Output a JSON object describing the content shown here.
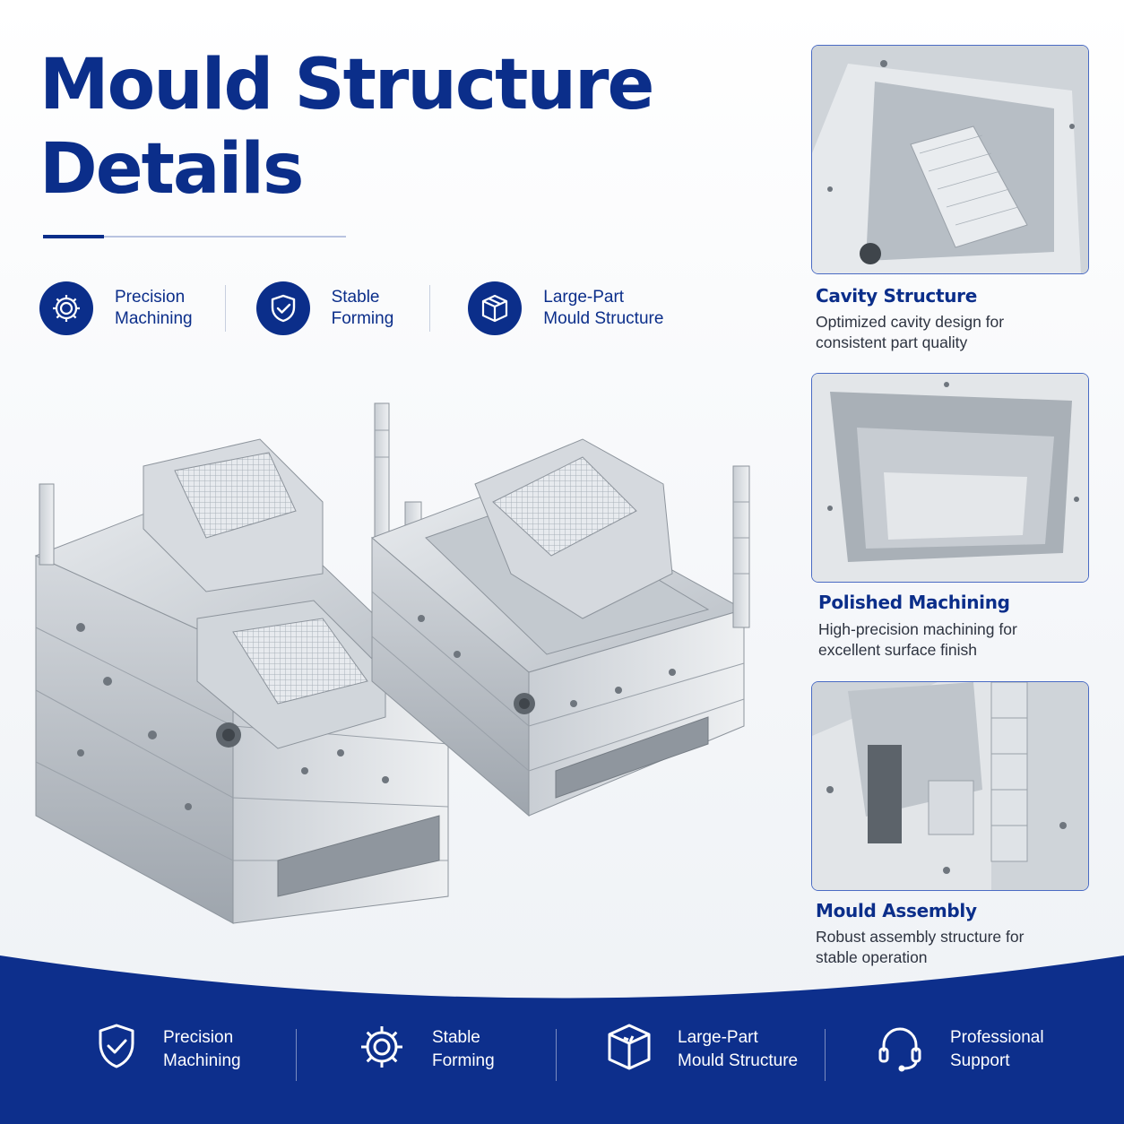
{
  "header": {
    "title_line1": "Mould Structure",
    "title_line2": "Details"
  },
  "features": [
    {
      "icon": "gear-icon",
      "label": "Precision\nMachining"
    },
    {
      "icon": "shield-check-icon",
      "label": "Stable\nForming"
    },
    {
      "icon": "box-icon",
      "label": "Large-Part\nMould Structure"
    }
  ],
  "panels": [
    {
      "title": "Cavity Structure",
      "desc": "Optimized cavity design for\nconsistent part quality"
    },
    {
      "title": "Polished Machining",
      "desc": "High-precision machining for\nexcellent surface finish"
    },
    {
      "title": "Mould Assembly",
      "desc": "Robust assembly structure for\nstable operation"
    }
  ],
  "bottom": [
    {
      "icon": "shield-check-icon",
      "label": "Precision\nMachining"
    },
    {
      "icon": "gear-icon",
      "label": "Stable\nForming"
    },
    {
      "icon": "box-icon",
      "label": "Large-Part\nMould Structure"
    },
    {
      "icon": "headset-icon",
      "label": "Professional\nSupport"
    }
  ],
  "colors": {
    "brand": "#0b2e8a",
    "band": "#0d2f8c",
    "panel_border": "#4a6bc4"
  }
}
